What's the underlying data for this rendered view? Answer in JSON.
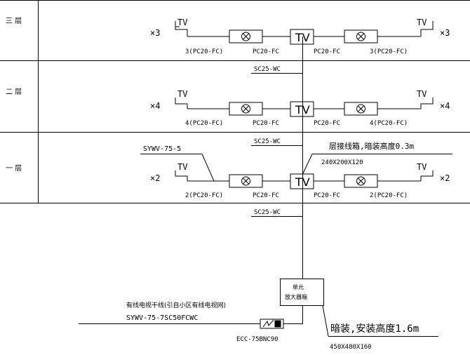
{
  "floors": [
    {
      "label": "三 层",
      "left_mult": "×3",
      "right_mult": "×3",
      "left_cable": "3(PC20-FC)",
      "mid_left_cable": "PC20-FC",
      "mid_right_cable": "PC20-FC",
      "right_cable": "3(PC20-FC)"
    },
    {
      "label": "二 层",
      "left_mult": "×4",
      "right_mult": "×4",
      "left_cable": "4(PC20-FC)",
      "mid_left_cable": "PC20-FC",
      "mid_right_cable": "PC20-FC",
      "right_cable": "4(PC20-FC)"
    },
    {
      "label": "一 层",
      "left_mult": "×2",
      "right_mult": "×2",
      "left_cable": "2(PC20-FC)",
      "mid_left_cable": "PC20-FC",
      "mid_right_cable": "PC20-FC",
      "right_cable": "2(PC20-FC)"
    }
  ],
  "outlet_label": "TV",
  "box_label": "TV",
  "riser_labels": [
    "SC25-WC",
    "SC25-WC",
    "SC25-WC"
  ],
  "sywv_label": "SYWV-75-5",
  "junction_note": "层接线箱,暗装高度0.3m",
  "junction_size": "240X200X120",
  "amp_line1": "单元",
  "amp_line2": "放大器箱",
  "amp_note": "暗装,安装高度1.6m",
  "amp_size": "450X480X160",
  "trunk_title": "有线电视干线(引自小区有线电视网)",
  "trunk_cable": "SYWV-75-7SC50FCWC",
  "connector_label": "ECC-75BNC90"
}
